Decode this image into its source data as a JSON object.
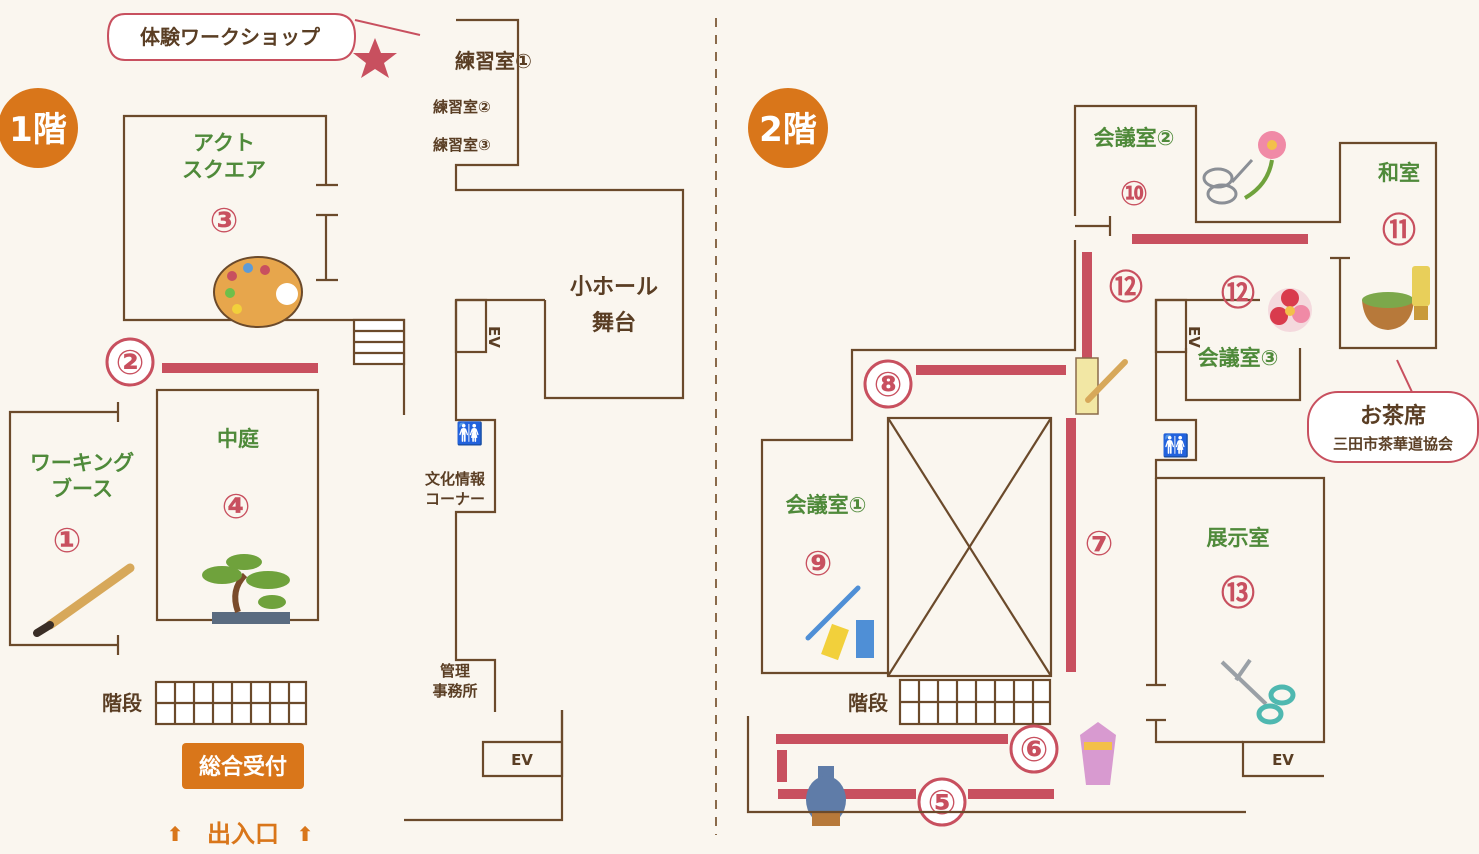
{
  "floors": {
    "f1": {
      "label": "1階",
      "color": "#d9761a"
    },
    "f2": {
      "label": "2階",
      "color": "#d9761a"
    }
  },
  "callouts": {
    "workshop": "体験ワークショップ",
    "tea_title": "お茶席",
    "tea_sub": "三田市茶華道協会"
  },
  "rooms_f1": {
    "practice1": "練習室①",
    "practice2": "練習室②",
    "practice3": "練習室③",
    "act1": "アクト",
    "act2": "スクエア",
    "hall1": "小ホール",
    "hall2": "舞台",
    "working1": "ワーキング",
    "working2": "ブース",
    "courtyard": "中庭",
    "culture1": "文化情報",
    "culture2": "コーナー",
    "office1": "管理",
    "office2": "事務所",
    "stairs": "階段",
    "ev_vertical": "EV",
    "ev": "EV",
    "reception": "総合受付",
    "entrance": "出入口"
  },
  "rooms_f2": {
    "meeting2": "会議室②",
    "washitsu": "和室",
    "meeting3": "会議室③",
    "meeting1": "会議室①",
    "exhibition": "展示室",
    "stairs": "階段",
    "ev_vertical": "EV",
    "ev": "EV"
  },
  "spots": {
    "s1": "①",
    "s2": "②",
    "s3": "③",
    "s4": "④",
    "s5": "⑤",
    "s6": "⑥",
    "s7": "⑦",
    "s8": "⑧",
    "s9": "⑨",
    "s10": "⑩",
    "s11": "⑪",
    "s12a": "⑫",
    "s12b": "⑫",
    "s13": "⑬"
  },
  "colors": {
    "accent_red": "#c8505f",
    "wall": "#6b4a2b",
    "label_green": "#4f8a3a",
    "badge_orange": "#d9761a"
  },
  "icons": {
    "workshop_marker": "star-icon",
    "restroom": "restroom-icon"
  }
}
